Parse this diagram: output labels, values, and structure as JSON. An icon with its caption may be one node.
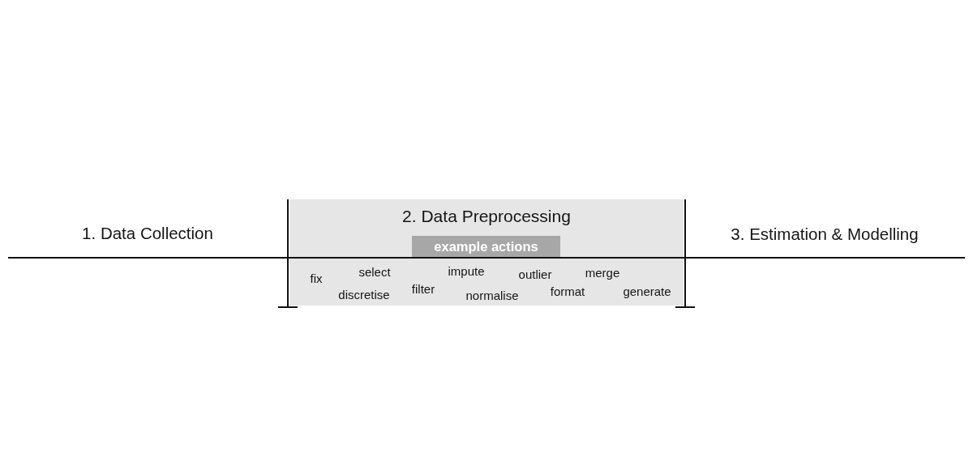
{
  "diagram": {
    "nodes": [
      {
        "text": [
          "1. Data Collection"
        ]
      },
      {
        "text": [
          "2. Data Preprocessing"
        ]
      },
      {
        "text": [
          "example actions"
        ],
        "in": 1
      },
      {
        "text": [
          "3. Estimation & Modelling"
        ]
      }
    ],
    "labels": [
      "fix",
      "select",
      "impute",
      "outlier",
      "merge",
      "discretise",
      "filter",
      "normalise",
      "format",
      "generate"
    ]
  }
}
